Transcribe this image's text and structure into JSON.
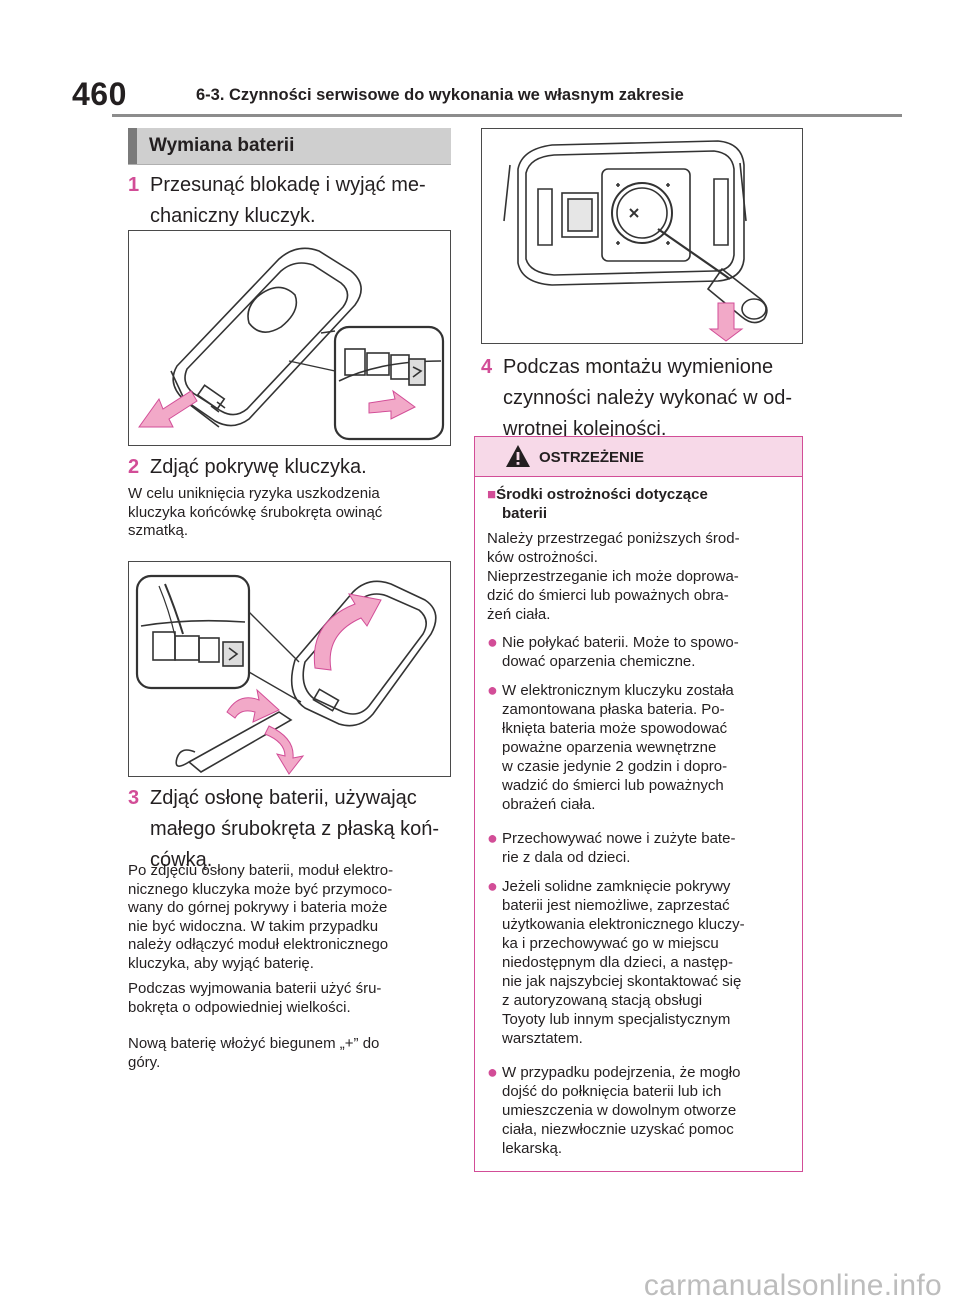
{
  "header": {
    "page_number": "460",
    "chapter_title": "6-3. Czynności serwisowe do wykonania we własnym zakresie"
  },
  "section": {
    "title": "Wymiana baterii"
  },
  "steps": [
    {
      "num": "1",
      "lines": [
        "Przesunąć blokadę i wyjąć me-",
        "chaniczny kluczyk."
      ]
    },
    {
      "num": "2",
      "lines": [
        "Zdjąć pokrywę kluczyka."
      ]
    },
    {
      "num": "3",
      "lines": [
        "Zdjąć osłonę baterii, używając",
        "małego śrubokręta z płaską koń-",
        "cówką."
      ]
    },
    {
      "num": "4",
      "lines": [
        "Podczas montażu wymienione",
        "czynności należy wykonać w od-",
        "wrotnej kolejności."
      ]
    }
  ],
  "notes": {
    "step2": [
      "W celu uniknięcia ryzyka uszkodzenia",
      "kluczyka końcówkę śrubokręta owinąć",
      "szmatką."
    ],
    "step3_a": [
      "Po zdjęciu osłony baterii, moduł elektro-",
      "nicznego kluczyka może być przymoco-",
      "wany do górnej pokrywy i bateria może",
      "nie być widoczna. W takim przypadku",
      "należy odłączyć moduł elektronicznego",
      "kluczyka, aby wyjąć baterię."
    ],
    "step3_b": [
      "Podczas wyjmowania baterii użyć śru-",
      "bokręta o odpowiedniej wielkości."
    ],
    "step3_c": [
      "Nową baterię włożyć biegunem „+” do",
      "góry."
    ]
  },
  "warning": {
    "title": "OSTRZEŻENIE",
    "square": "■",
    "subhead": [
      "Środki ostrożności dotyczące",
      "baterii"
    ],
    "intro": [
      "Należy przestrzegać poniższych środ-",
      "ków ostrożności.",
      "Nieprzestrzeganie ich może doprowa-",
      "dzić do śmierci lub poważnych obra-",
      "żeń ciała."
    ],
    "bullet_symbol": "●",
    "bullets": [
      [
        "Nie połykać baterii. Może to spowo-",
        "dować oparzenia chemiczne."
      ],
      [
        "W elektronicznym kluczyku została",
        "zamontowana płaska bateria. Po-",
        "łknięta bateria może spowodować",
        "poważne oparzenia wewnętrzne",
        "w czasie jedynie 2 godzin i dopro-",
        "wadzić do śmierci lub poważnych",
        "obrażeń ciała."
      ],
      [
        "Przechowywać nowe i zużyte bate-",
        "rie z dala od dzieci."
      ],
      [
        "Jeżeli solidne zamknięcie pokrywy",
        "baterii jest niemożliwe, zaprzestać",
        "użytkowania elektronicznego kluczy-",
        "ka i przechowywać go w miejscu",
        "niedostępnym dla dzieci, a następ-",
        "nie jak najszybciej skontaktować się",
        "z autoryzowaną stacją obsługi",
        "Toyoty lub innym specjalistycznym",
        "warsztatem."
      ],
      [
        "W przypadku podejrzenia, że mogło",
        "dojść do połknięcia baterii lub ich",
        "umieszczenia w dowolnym otworze",
        "ciała, niezwłocznie uzyskać pomoc",
        "lekarską."
      ]
    ]
  },
  "watermark": "carmanualsonline.info",
  "colors": {
    "accent": "#d24d97",
    "warning_bg": "#f7d9e8",
    "section_bg": "#cfcfcf",
    "arrow": "#f2a9c8"
  }
}
